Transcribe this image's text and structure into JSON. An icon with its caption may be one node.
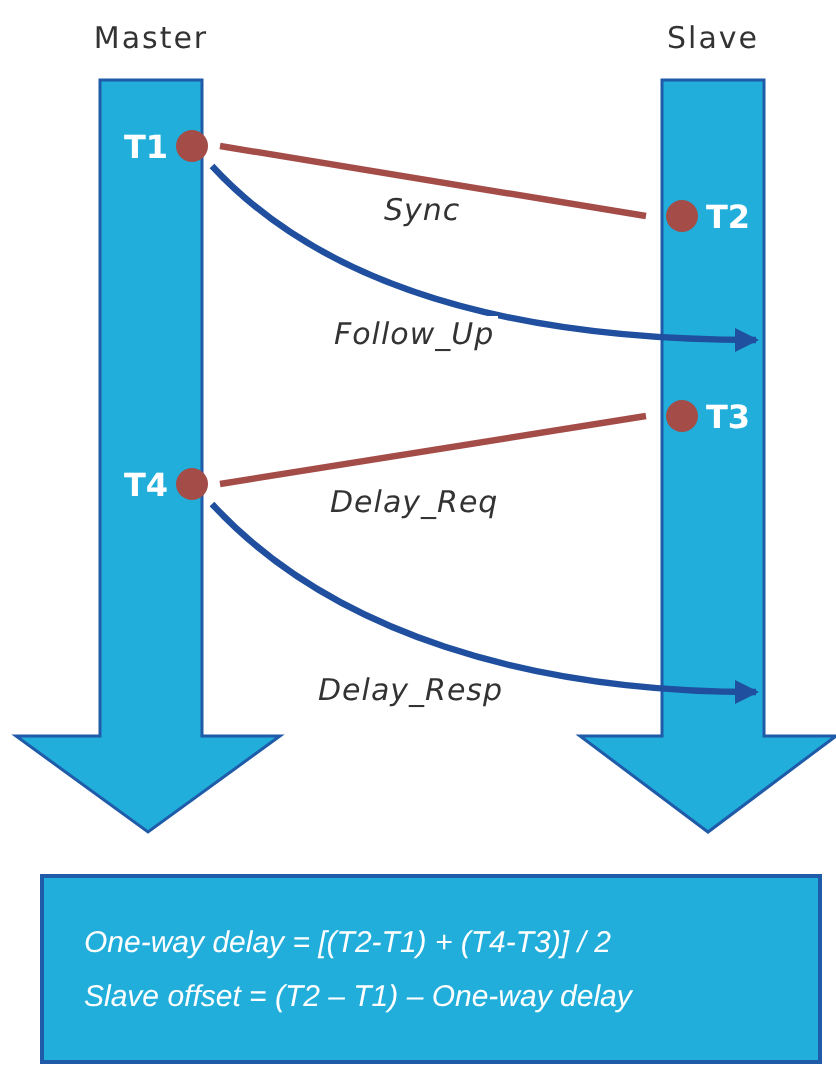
{
  "diagram": {
    "nodes": [
      {
        "text": [
          "Master"
        ]
      },
      {
        "text": [
          "Slave"
        ]
      },
      {
        "text": [
          "T1"
        ],
        "in": 0
      },
      {
        "text": [
          "T2"
        ],
        "in": 1
      },
      {
        "text": [
          "T3"
        ],
        "in": 1
      },
      {
        "text": [
          "T4"
        ],
        "in": 0
      },
      {
        "text": [
          "One-way delay = [(T2-T1) + (T4-T3)] / 2",
          "Slave offset = (T2 – T1) – One-way delay"
        ]
      }
    ],
    "edges": [
      {
        "from": 2,
        "to": 3,
        "arrow": "none",
        "label": "Sync",
        "color": "#a44d48"
      },
      {
        "from": 2,
        "to": 1,
        "arrow": "to",
        "label": "Follow_Up",
        "color": "#1f4f9e"
      },
      {
        "from": 4,
        "to": 5,
        "arrow": "none",
        "label": "Delay_Req",
        "color": "#a44d48"
      },
      {
        "from": 5,
        "to": 1,
        "arrow": "to",
        "label": "Delay_Resp",
        "color": "#1f4f9e"
      }
    ]
  }
}
